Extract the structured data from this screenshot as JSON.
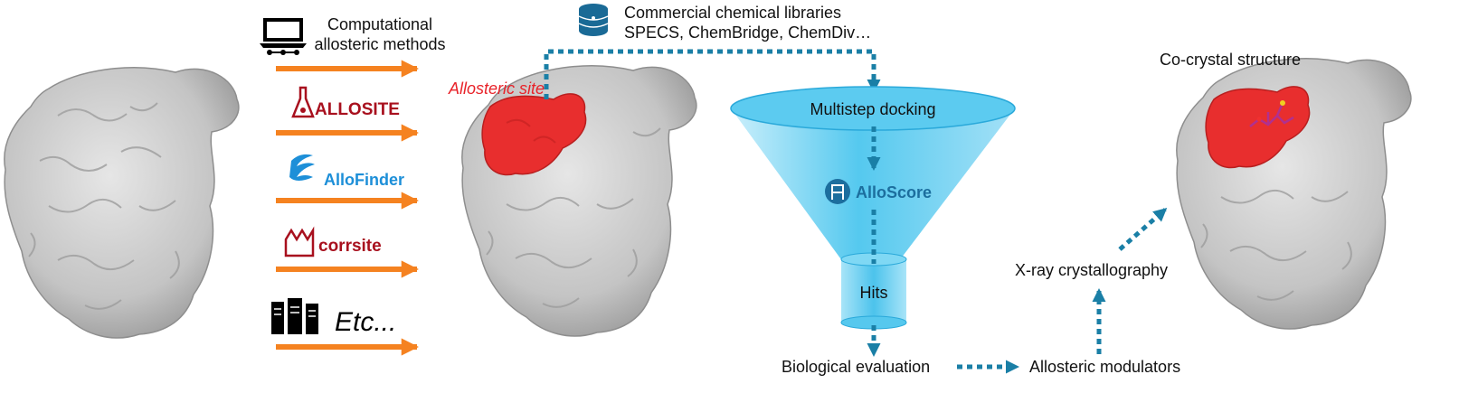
{
  "methods": {
    "heading_line1": "Computational",
    "heading_line2": "allosteric methods",
    "tools": [
      "ALLOSITE",
      "AlloFinder",
      "corrsite",
      "Etc..."
    ],
    "icons": [
      "laptop-icon",
      "allosite-logo",
      "allofinder-logo",
      "corrsite-logo",
      "server-icon"
    ]
  },
  "libraries": {
    "line1": "Commercial chemical libraries",
    "line2": "SPECS, ChemBridge, ChemDiv…",
    "icon": "database-icon"
  },
  "labels": {
    "allosteric_site": "Allosteric site",
    "multistep_docking": "Multistep docking",
    "alloscore": "AlloScore",
    "hits": "Hits",
    "biological_evaluation": "Biological evaluation",
    "allosteric_modulators": "Allosteric modulators",
    "xray": "X-ray crystallography",
    "cocrystal": "Co-crystal structure"
  },
  "colors": {
    "arrow_orange": "#f58220",
    "flow_blue": "#1a7fa6",
    "site_red": "#e82e2e",
    "label_red": "#e8232a",
    "funnel_blue": "#3cc3ec",
    "protein_gray": "#c8c8c8",
    "brand_red": "#a8101e",
    "brand_blue": "#1d8fd8"
  }
}
